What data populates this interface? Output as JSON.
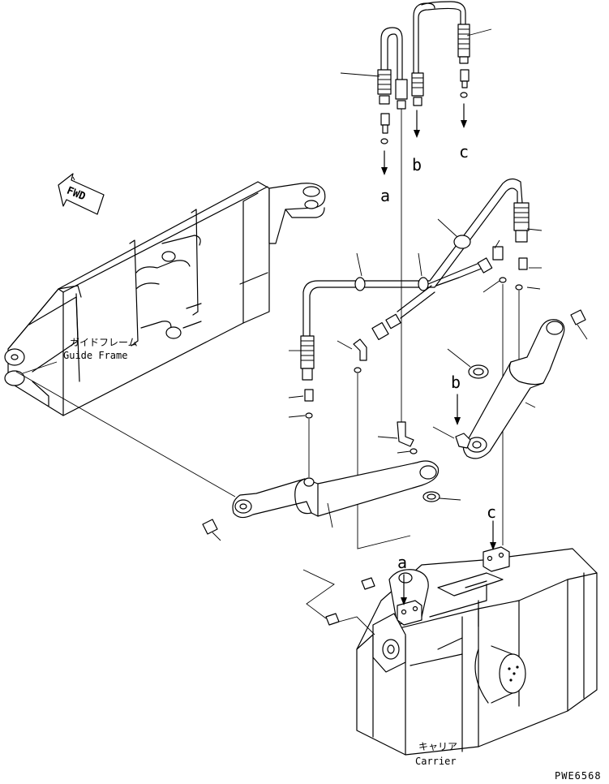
{
  "labels": {
    "fwd": "FWD",
    "guide_frame_jp": "ガイドフレーム",
    "guide_frame_en": "Guide Frame",
    "carrier_jp": "キャリア",
    "carrier_en": "Carrier",
    "drawing_code": "PWE6568"
  },
  "connection_letters": {
    "a_top": "a",
    "b_top": "b",
    "c_top": "c",
    "b_mid": "b",
    "c_low": "c",
    "a_low": "a"
  }
}
